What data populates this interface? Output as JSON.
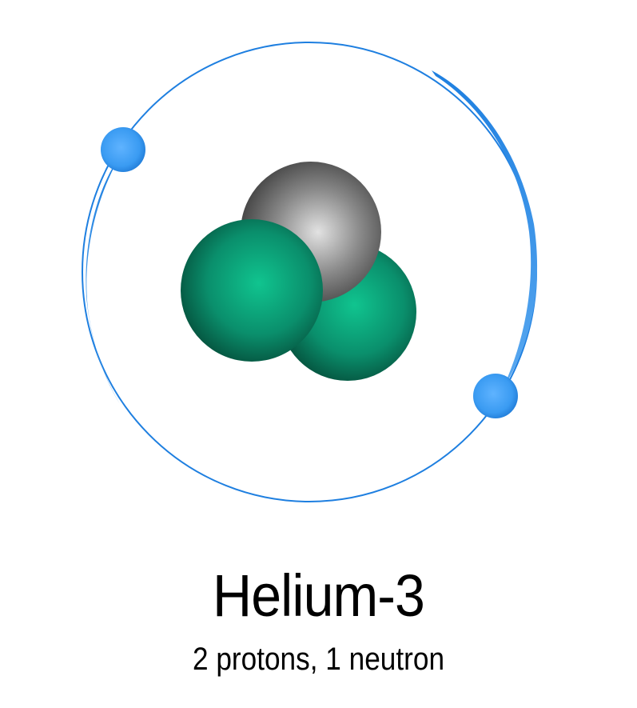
{
  "title": "Helium-3",
  "subtitle": "2 protons, 1 neutron",
  "colors": {
    "background": "#ffffff",
    "orbit": "#1e7fe0",
    "electron": "#3a9bf2",
    "proton": "#0a8f6c",
    "neutron": "#6b6b6b",
    "text": "#000000"
  },
  "particles": {
    "protons": 2,
    "neutrons": 1,
    "electrons": 2
  },
  "icons": {
    "proton": "green-sphere",
    "neutron": "gray-sphere",
    "electron": "blue-sphere"
  }
}
